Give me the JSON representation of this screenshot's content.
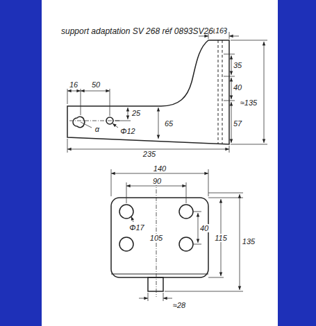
{
  "diagram": {
    "title": "support adaptation SV 268 réf 0893SV26028",
    "labels": [
      "16",
      "35",
      "40",
      "≈135",
      "57",
      "16",
      "50",
      "25",
      "α",
      "Φ12",
      "65",
      "235",
      "140",
      "90",
      "Φ17",
      "105",
      "40",
      "115",
      "135",
      "≈28"
    ]
  }
}
